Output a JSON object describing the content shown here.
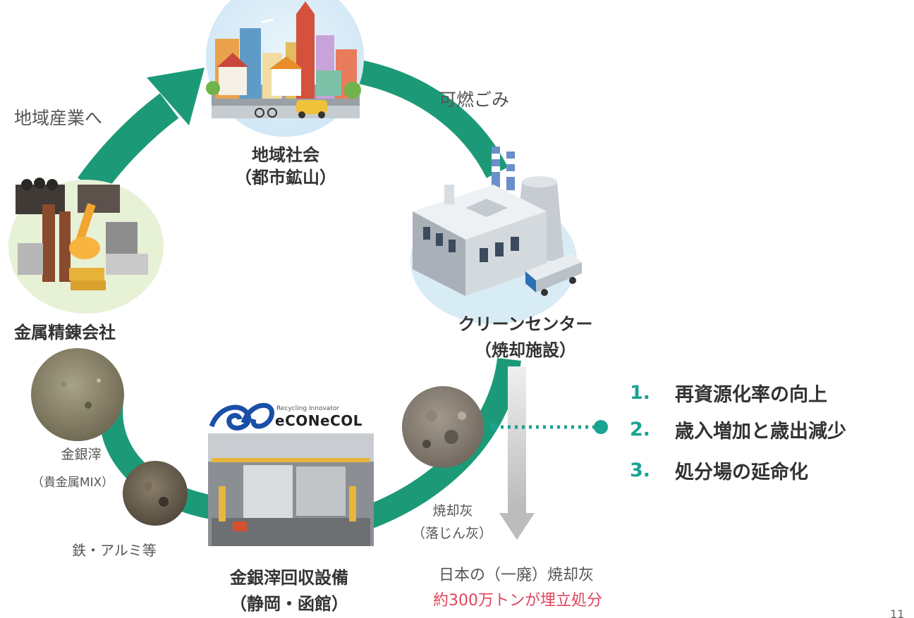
{
  "nodes": {
    "community": {
      "name": "地域社会",
      "sub": "（都市鉱山）"
    },
    "center": {
      "name": "クリーンセンター",
      "sub": "（焼却施設）"
    },
    "refinery": {
      "name": "金属精錬会社"
    },
    "recovery": {
      "name": "金銀滓回収設備",
      "sub": "（静岡・函館）"
    }
  },
  "edges": {
    "to_industry": "地域産業へ",
    "combustible": "可燃ごみ",
    "bottom_ash": "焼却灰",
    "bottom_ash_sub": "（落じん灰）",
    "precious_slag": "金銀滓",
    "precious_slag_sub": "（貴金属MIX）",
    "iron_alu": "鉄・アルミ等"
  },
  "logo": {
    "tagline": "Recycling Innovator",
    "name": "eCONeCOL"
  },
  "landfill": {
    "line1": "日本の（一廃）焼却灰",
    "line2": "約300万トンが埋立処分"
  },
  "benefits": [
    {
      "num": "1.",
      "text": "再資源化率の向上"
    },
    {
      "num": "2.",
      "text": "歳入増加と歳出減少"
    },
    {
      "num": "3.",
      "text": "処分場の延命化"
    }
  ],
  "page_number": "11",
  "colors": {
    "cycle": "#1c9a78",
    "accent": "#1ba391",
    "highlight": "#e0445a",
    "gray_arrow": "#c8c8c8"
  }
}
